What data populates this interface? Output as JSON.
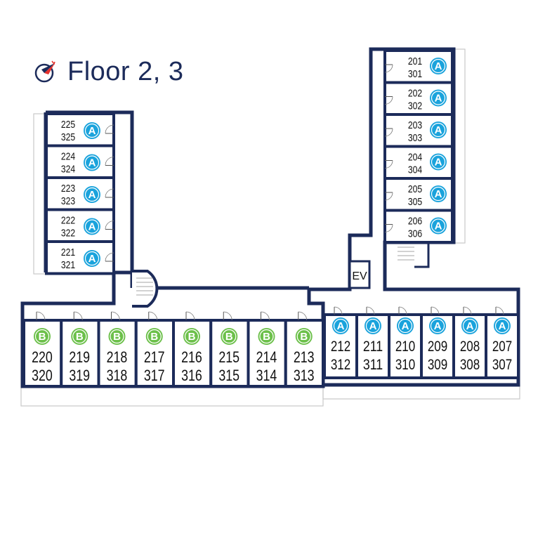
{
  "title": "Floor 2, 3",
  "colors": {
    "wall": "#1c2b5a",
    "badge_a": "#1aa3dc",
    "badge_b": "#6cc04a",
    "compass_red": "#e5322d",
    "compass_navy": "#1c2b5a",
    "balcony": "#c9c9c9"
  },
  "icons": {
    "compass": "compass-icon",
    "elevator": "elevator-label"
  },
  "elevator_label": "EV",
  "units": {
    "left_wing": [
      {
        "upper": "225",
        "lower": "325",
        "type": "A"
      },
      {
        "upper": "224",
        "lower": "324",
        "type": "A"
      },
      {
        "upper": "223",
        "lower": "323",
        "type": "A"
      },
      {
        "upper": "222",
        "lower": "322",
        "type": "A"
      },
      {
        "upper": "221",
        "lower": "321",
        "type": "A"
      }
    ],
    "right_wing": [
      {
        "upper": "201",
        "lower": "301",
        "type": "A"
      },
      {
        "upper": "202",
        "lower": "302",
        "type": "A"
      },
      {
        "upper": "203",
        "lower": "303",
        "type": "A"
      },
      {
        "upper": "204",
        "lower": "304",
        "type": "A"
      },
      {
        "upper": "205",
        "lower": "305",
        "type": "A"
      },
      {
        "upper": "206",
        "lower": "306",
        "type": "A"
      }
    ],
    "bottom_left": [
      {
        "upper": "220",
        "lower": "320",
        "type": "B"
      },
      {
        "upper": "219",
        "lower": "319",
        "type": "B"
      },
      {
        "upper": "218",
        "lower": "318",
        "type": "B"
      },
      {
        "upper": "217",
        "lower": "317",
        "type": "B"
      },
      {
        "upper": "216",
        "lower": "316",
        "type": "B"
      },
      {
        "upper": "215",
        "lower": "315",
        "type": "B"
      },
      {
        "upper": "214",
        "lower": "314",
        "type": "B"
      },
      {
        "upper": "213",
        "lower": "313",
        "type": "B"
      }
    ],
    "bottom_right": [
      {
        "upper": "212",
        "lower": "312",
        "type": "A"
      },
      {
        "upper": "211",
        "lower": "311",
        "type": "A"
      },
      {
        "upper": "210",
        "lower": "310",
        "type": "A"
      },
      {
        "upper": "209",
        "lower": "309",
        "type": "A"
      },
      {
        "upper": "208",
        "lower": "308",
        "type": "A"
      },
      {
        "upper": "207",
        "lower": "307",
        "type": "A"
      }
    ]
  }
}
